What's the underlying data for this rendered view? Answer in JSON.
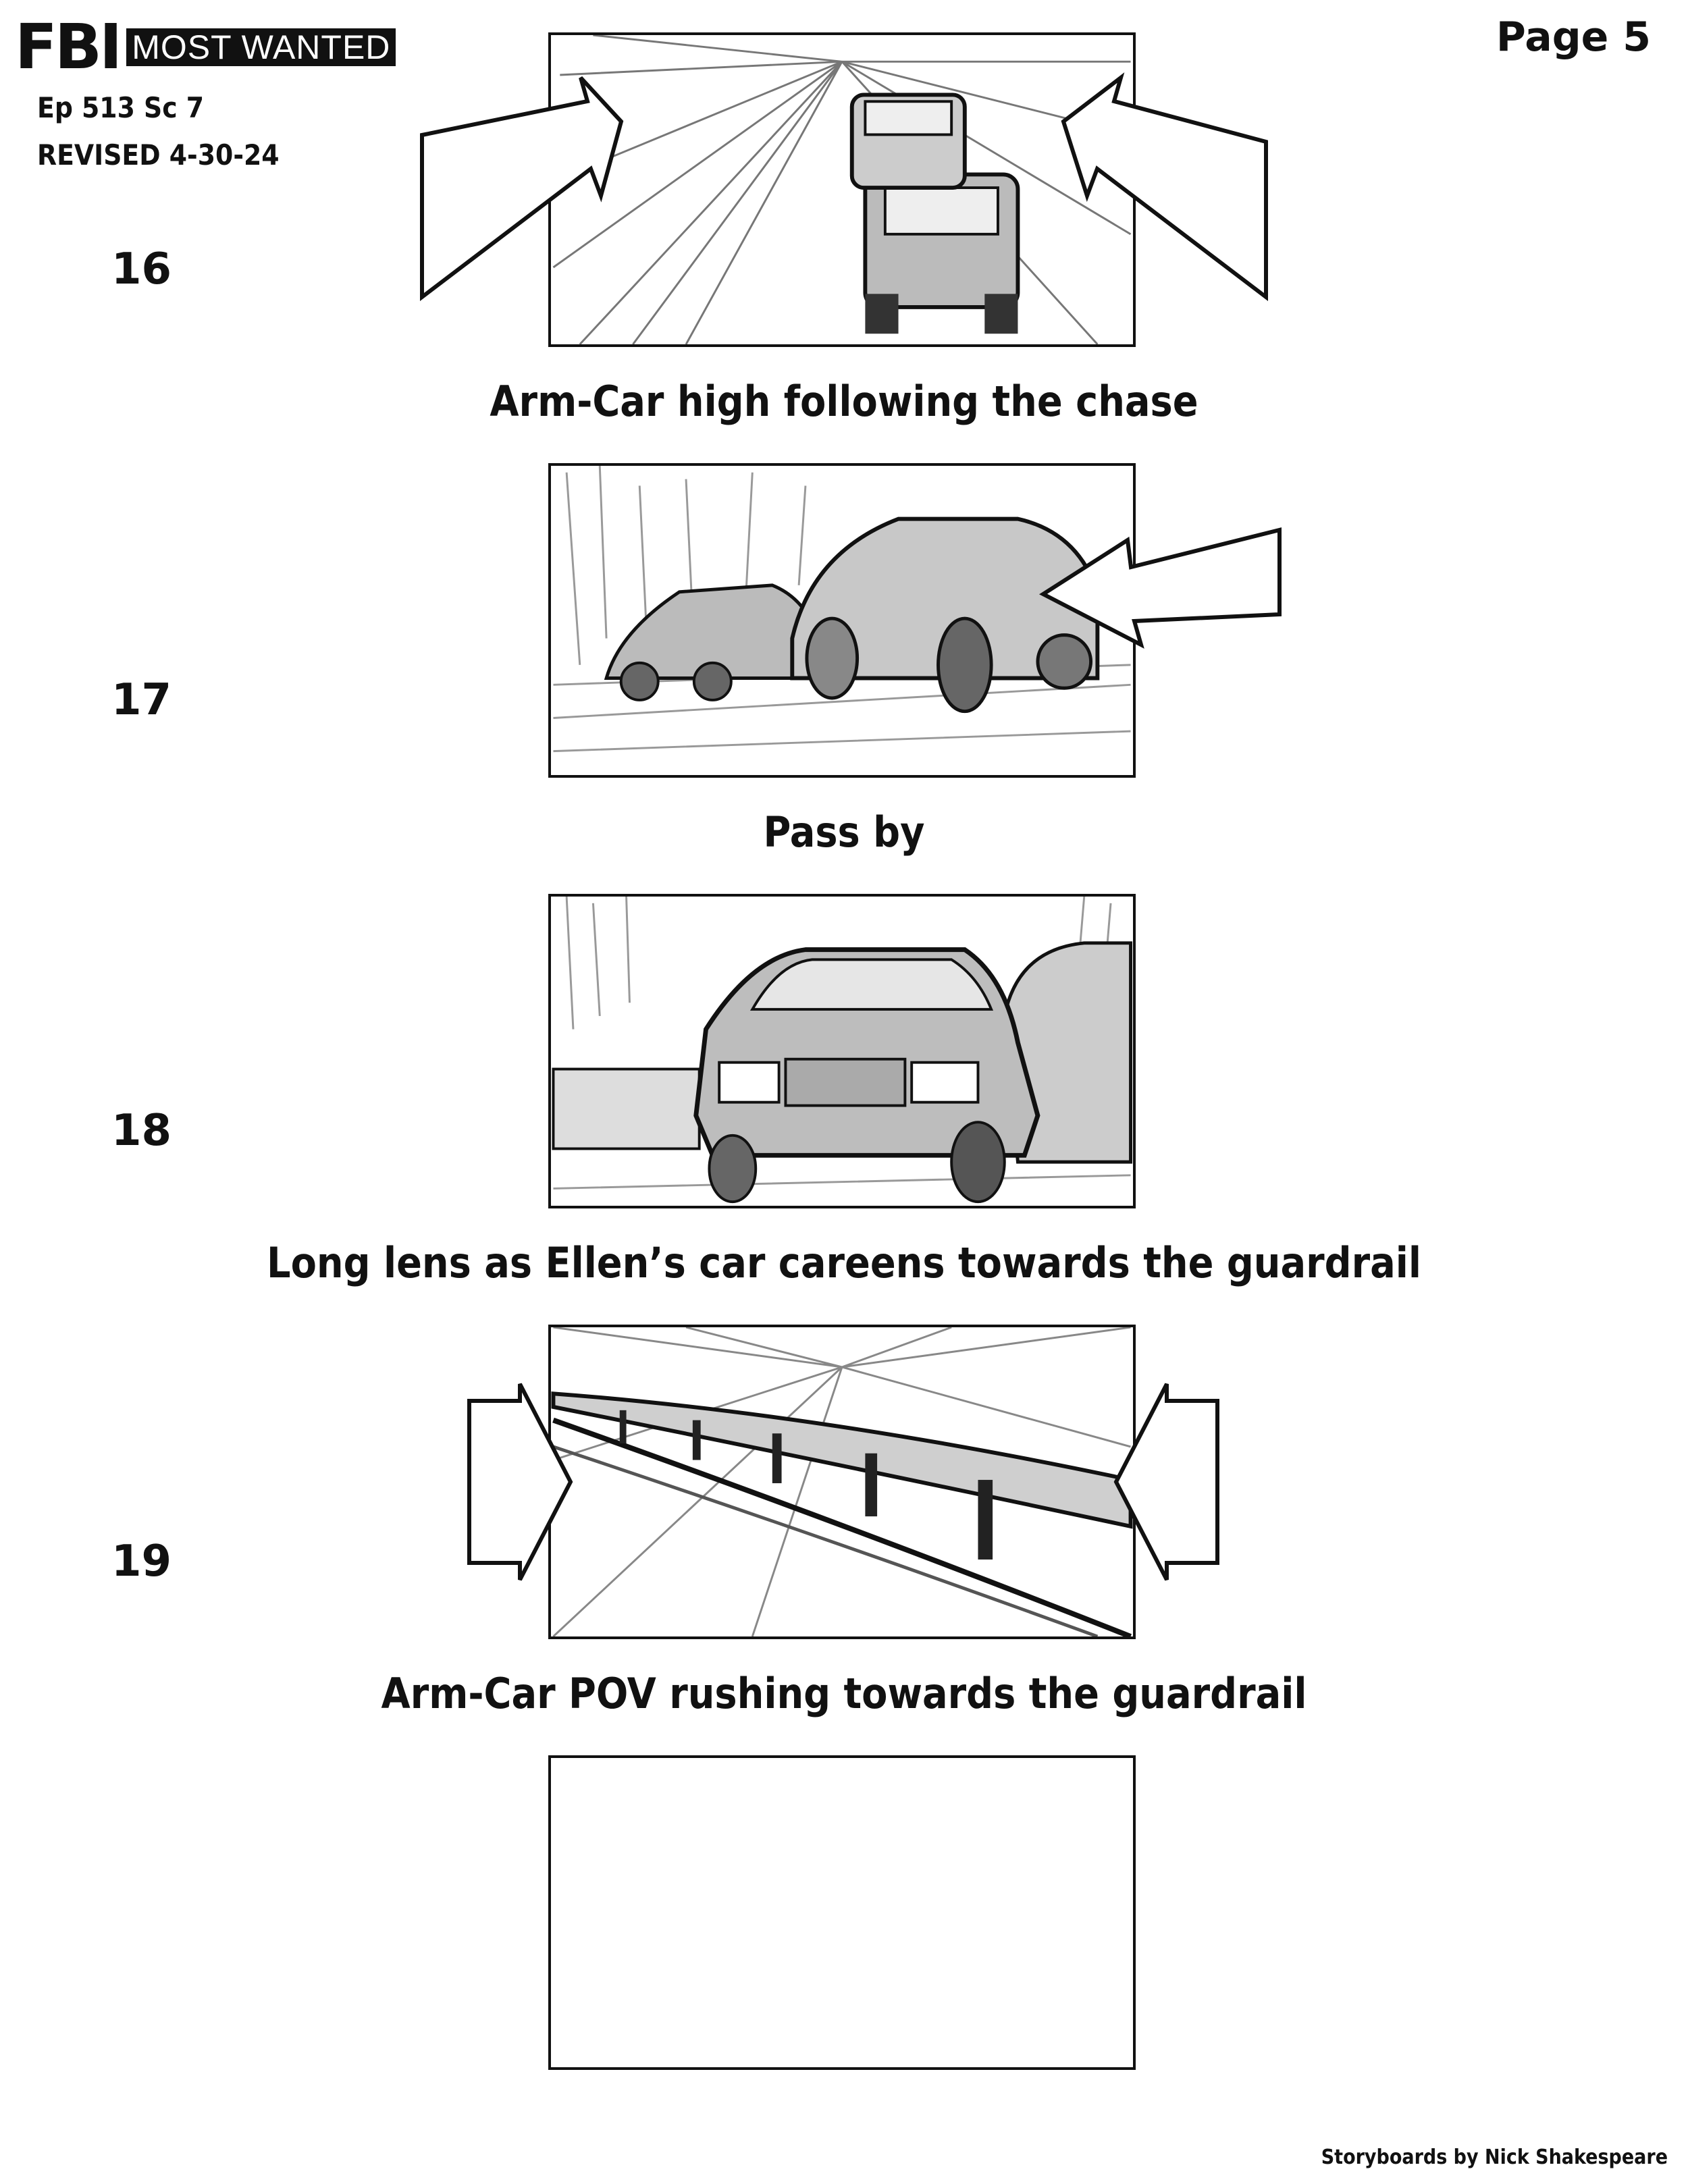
{
  "header": {
    "logo_fbi": "FBI",
    "logo_most_wanted": "MOST WANTED",
    "episode_scene": "Ep 513 Sc 7",
    "revision": "REVISED 4-30-24",
    "page": "Page 5"
  },
  "panels": [
    {
      "number": "16",
      "caption": "Arm-Car high following the chase"
    },
    {
      "number": "17",
      "caption": "Pass by"
    },
    {
      "number": "18",
      "caption": "Long lens as Ellen’s car careens towards the guardrail"
    },
    {
      "number": "19",
      "caption": "Arm-Car POV rushing towards the guardrail"
    },
    {
      "number": "",
      "caption": ""
    }
  ],
  "footer": {
    "credit": "Storyboards by Nick Shakespeare"
  },
  "colors": {
    "ink": "#111111",
    "sketch_gray": "#8a8a8a",
    "sketch_light": "#c8c8c8",
    "logo_bar": "#111111"
  }
}
